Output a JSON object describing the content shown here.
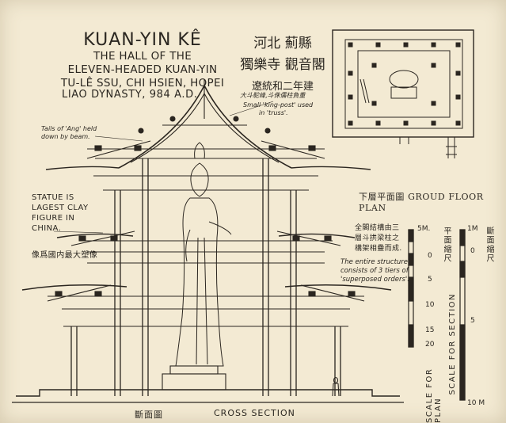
{
  "title": {
    "main": "KUAN-YIN KÊ",
    "line1": "THE HALL OF THE",
    "line2": "ELEVEN-HEADED KUAN-YIN",
    "line3": "TU-LÊ SSU, CHI HSIEN, HOPEI",
    "dynasty": "LIAO DYNASTY, 984 A.D."
  },
  "chinese_title": {
    "line1": "河北 薊縣",
    "line2": "獨樂寺 觀音閣",
    "line3": "遼統和二年建"
  },
  "annotations": {
    "king_post_cn": "大斗駝峰,斗侏儒柱負重",
    "king_post_en_1": "Small 'king-post' used",
    "king_post_en_2": "in 'truss'.",
    "tails_ang_1": "Tails of 'Ang' held",
    "tails_ang_2": "down by beam.",
    "statue_1": "STATUE IS",
    "statue_2": "LAGEST CLAY",
    "statue_3": "FIGURE IN",
    "statue_4": "CHINA.",
    "statue_cn": "像爲國内最大塑像",
    "orders_cn_1": "全閣結構由三",
    "orders_cn_2": "層斗拱梁柱之",
    "orders_cn_3": "構架相疊而成.",
    "orders_en_1": "The entire structure",
    "orders_en_2": "consists of 3 tiers of",
    "orders_en_3": "'superposed orders'."
  },
  "plan_label": "下層平面圖 GROUD FLOOR PLAN",
  "section_label": {
    "cn": "斷面圖",
    "en": "CROSS SECTION"
  },
  "scales": {
    "plan": {
      "label": "SCALE FOR PLAN",
      "cn": "平面縮尺",
      "unit": "5M.",
      "ticks": [
        "0",
        "5",
        "10",
        "15"
      ],
      "bottom": "20"
    },
    "section": {
      "label": "SCALE FOR SECTION",
      "cn": "斷面縮尺",
      "unit": "1M",
      "ticks": [
        "0",
        "5"
      ],
      "bottom": "10 M"
    }
  }
}
